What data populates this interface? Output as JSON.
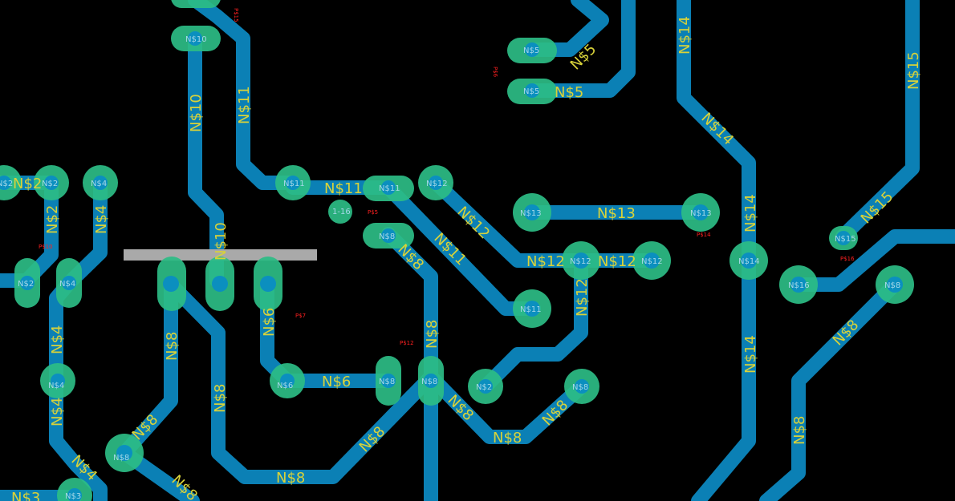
{
  "colors": {
    "background": "#000000",
    "trace": "#0b80b5",
    "pad": "#2dbd86",
    "drill": "#0b8fbf",
    "net_label": "#d8d23a",
    "ref_label": "#ff2020",
    "silkscreen": "#a9a9a9"
  },
  "net_labels": {
    "n2a": "N$2",
    "n2b": "N$2",
    "n4a": "N$4",
    "n4b": "N$4",
    "n4c": "N$4",
    "n4d": "N$4",
    "n5a": "N$5",
    "n5b": "N$5",
    "n6a": "N$6",
    "n6b": "N$6",
    "n8a": "N$8",
    "n8b": "N$8",
    "n8c": "N$8",
    "n8d": "N$8",
    "n8e": "N$8",
    "n8f": "N$8",
    "n8g": "N$8",
    "n8h": "N$8",
    "n8i": "N$8",
    "n8j": "N$8",
    "n8k": "N$8",
    "n8l": "N$8",
    "n8m": "N$8",
    "n10a": "N$10",
    "n10b": "N$10",
    "n11a": "N$11",
    "n11b": "N$11",
    "n11c": "N$11",
    "n12a": "N$12",
    "n12b": "N$12",
    "n12c": "N$12",
    "n12d": "N$12",
    "n13": "N$13",
    "n14a": "N$14",
    "n14b": "N$14",
    "n14c": "N$14",
    "n14d": "N$14",
    "n15a": "N$15",
    "n15b": "N$15",
    "n3": "N$3"
  },
  "pad_labels": {
    "p1": "N$10",
    "p2": "N$2",
    "p3": "N$2",
    "p4": "N$4",
    "p5": "N$5",
    "p6": "N$5",
    "p7": "N$11",
    "p8": "N$11",
    "p9": "1-16",
    "p10": "N$8",
    "p11": "N$12",
    "p12": "N$13",
    "p13": "N$13",
    "p14": "N$12",
    "p15": "N$12",
    "p16": "N$14",
    "p17": "N$15",
    "p18": "N$16",
    "p19": "N$8",
    "p20": "N$11",
    "p21": "N$6",
    "p22": "N$8",
    "p23": "N$8",
    "p24": "N$2",
    "p25": "N$8",
    "p26": "N$4",
    "p27": "N$8",
    "p28": "N$3",
    "p29": "N$2",
    "p30": "N$4"
  },
  "ref_labels": {
    "r1": "P$15",
    "r2": "P$6",
    "r3": "P$5",
    "r4": "P$14",
    "r5": "P$10",
    "r6": "P$16",
    "r7": "P$12",
    "r8": "P$14",
    "r9": "P$7"
  }
}
